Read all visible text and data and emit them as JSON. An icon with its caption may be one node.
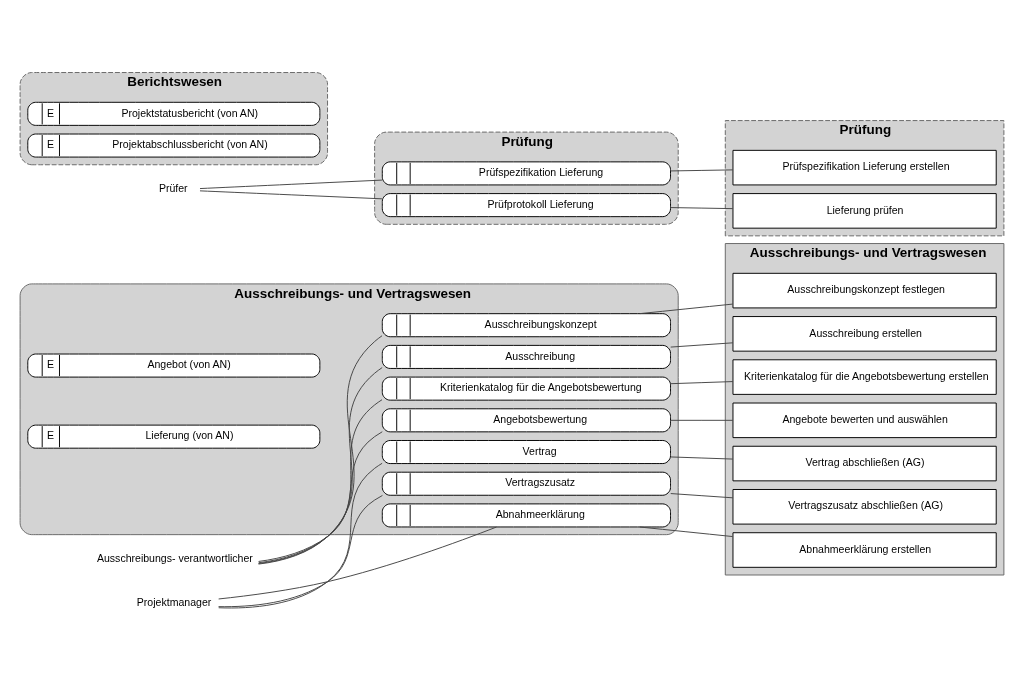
{
  "diagram": {
    "nodes": [
      {
        "text": [
          "Ausschreibungs- und Vertragswesen"
        ]
      },
      {
        "text": [
          "Ausschreibungskonzept"
        ],
        "in": 0
      },
      {
        "text": [
          "Ausschreibung"
        ],
        "in": 0
      },
      {
        "text": [
          "Kriterienkatalog für die Angebotsbewertung"
        ],
        "in": 0
      },
      {
        "text": [
          "Angebotsbewertung"
        ],
        "in": 0
      },
      {
        "text": [
          "E",
          "Angebot (von AN)"
        ],
        "in": 0
      },
      {
        "text": [
          "Vertrag"
        ],
        "in": 0
      },
      {
        "text": [
          "Vertragszusatz"
        ],
        "in": 0
      },
      {
        "text": [
          "Abnahmeerklärung"
        ],
        "in": 0
      },
      {
        "text": [
          "E",
          "Lieferung (von AN)"
        ],
        "in": 0
      },
      {
        "text": [
          "Ausschreibungs- und Vertragswesen"
        ]
      },
      {
        "text": [
          "Ausschreibungskonzept festlegen"
        ],
        "in": 10
      },
      {
        "text": [
          "Ausschreibung erstellen"
        ],
        "in": 10
      },
      {
        "text": [
          "Kriterienkatalog für die Angebotsbewertung erstellen"
        ],
        "in": 10
      },
      {
        "text": [
          "Angebote bewerten und auswählen"
        ],
        "in": 10
      },
      {
        "text": [
          "Vertrag abschließen (AG)"
        ],
        "in": 10
      },
      {
        "text": [
          "Vertragszusatz abschließen (AG)"
        ],
        "in": 10
      },
      {
        "text": [
          "Abnahmeerklärung erstellen"
        ],
        "in": 10
      },
      {
        "text": [
          "Prüfung"
        ]
      },
      {
        "text": [
          "Prüfspezifikation Lieferung"
        ],
        "in": 18
      },
      {
        "text": [
          "Prüfprotokoll Lieferung"
        ],
        "in": 18
      },
      {
        "text": [
          "Prüfung"
        ]
      },
      {
        "text": [
          "Prüfspezifikation Lieferung erstellen"
        ],
        "in": 21
      },
      {
        "text": [
          "Lieferung prüfen"
        ],
        "in": 21
      },
      {
        "text": [
          "Berichtswesen"
        ]
      },
      {
        "text": [
          "E",
          "Projektstatusbericht (von AN)"
        ],
        "in": 24
      },
      {
        "text": [
          "E",
          "Projektabschlussbericht (von AN)"
        ],
        "in": 24
      },
      {
        "text": [
          "Ausschreibungs- verantwortlicher"
        ]
      },
      {
        "text": [
          "Projektmanager"
        ]
      },
      {
        "text": [
          "Prüfer"
        ]
      }
    ],
    "edges": [
      {
        "from": 27,
        "to": 1,
        "arrow": "none"
      },
      {
        "from": 27,
        "to": 2,
        "arrow": "none"
      },
      {
        "from": 27,
        "to": 3,
        "arrow": "none"
      },
      {
        "from": 27,
        "to": 4,
        "arrow": "none"
      },
      {
        "from": 28,
        "to": 6,
        "arrow": "none"
      },
      {
        "from": 28,
        "to": 7,
        "arrow": "none"
      },
      {
        "from": 28,
        "to": 8,
        "arrow": "none"
      },
      {
        "from": 29,
        "to": 19,
        "arrow": "none"
      },
      {
        "from": 29,
        "to": 20,
        "arrow": "none"
      },
      {
        "from": 1,
        "to": 11,
        "arrow": "none"
      },
      {
        "from": 2,
        "to": 12,
        "arrow": "none"
      },
      {
        "from": 3,
        "to": 13,
        "arrow": "none"
      },
      {
        "from": 4,
        "to": 14,
        "arrow": "none"
      },
      {
        "from": 6,
        "to": 15,
        "arrow": "none"
      },
      {
        "from": 7,
        "to": 16,
        "arrow": "none"
      },
      {
        "from": 8,
        "to": 17,
        "arrow": "none"
      },
      {
        "from": 19,
        "to": 22,
        "arrow": "none"
      },
      {
        "from": 20,
        "to": 23,
        "arrow": "none"
      }
    ]
  }
}
